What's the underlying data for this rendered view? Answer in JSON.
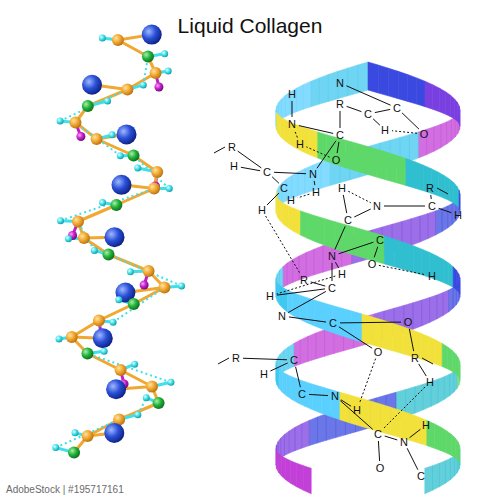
{
  "diagram": {
    "title": "Liquid Collagen",
    "labels": [
      "N",
      "C",
      "O",
      "H",
      "R",
      "C",
      "H",
      "N",
      "C",
      "O",
      "H",
      "R",
      "H",
      "C",
      "N",
      "H",
      "C",
      "H",
      "C",
      "R",
      "N",
      "C",
      "H",
      "H",
      "H",
      "N",
      "O",
      "C",
      "H",
      "R",
      "C",
      "H",
      "H",
      "N",
      "C",
      "O",
      "O",
      "R",
      "C",
      "H",
      "C",
      "N",
      "H",
      "R",
      "H",
      "H",
      "N",
      "C",
      "O",
      "C",
      "AdobeStock | #195717161"
    ]
  }
}
